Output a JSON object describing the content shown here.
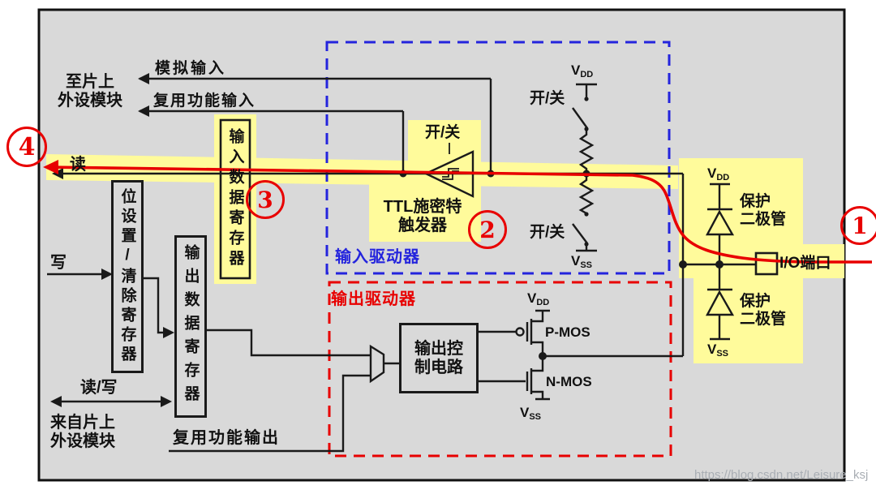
{
  "colors": {
    "panel_bg": "#D9D9D9",
    "highlight_yellow": "#FFFB9B",
    "accent_red": "#E80000",
    "accent_blue": "#2424DD",
    "line_black": "#1A1A1A",
    "watermark_gray": "#A9AEB4"
  },
  "labels": {
    "to_peripheral_1": "至片上",
    "to_peripheral_2": "外设模块",
    "analog_input": "模拟输入",
    "alt_func_input": "复用功能输入",
    "read": "读",
    "write": "写",
    "read_write": "读/写",
    "from_peripheral_1": "来自片上",
    "from_peripheral_2": "外设模块",
    "alt_func_output": "复用功能输出",
    "on_off": "开/关"
  },
  "registers": {
    "bit_set_clear": "位设置/清除寄存器",
    "output_data": "输出数据寄存器",
    "input_data": "输入数据寄存器"
  },
  "drivers": {
    "input_label": "输入驱动器",
    "output_label": "输出驱动器"
  },
  "ttl": {
    "line1": "TTL施密特",
    "line2": "触发器"
  },
  "control": {
    "line1": "输出控",
    "line2": "制电路"
  },
  "mos": {
    "pmos": "P-MOS",
    "nmos": "N-MOS"
  },
  "supply": {
    "v": "V",
    "dd": "DD",
    "ss": "SS"
  },
  "io": {
    "port": "I/O端口",
    "protect_1": "保护",
    "protect_2": "二极管"
  },
  "circled": {
    "one": "1",
    "two": "2",
    "three": "3",
    "four": "4"
  },
  "watermark": {
    "text": "https://blog.csdn.net/Leisure_ksj"
  }
}
